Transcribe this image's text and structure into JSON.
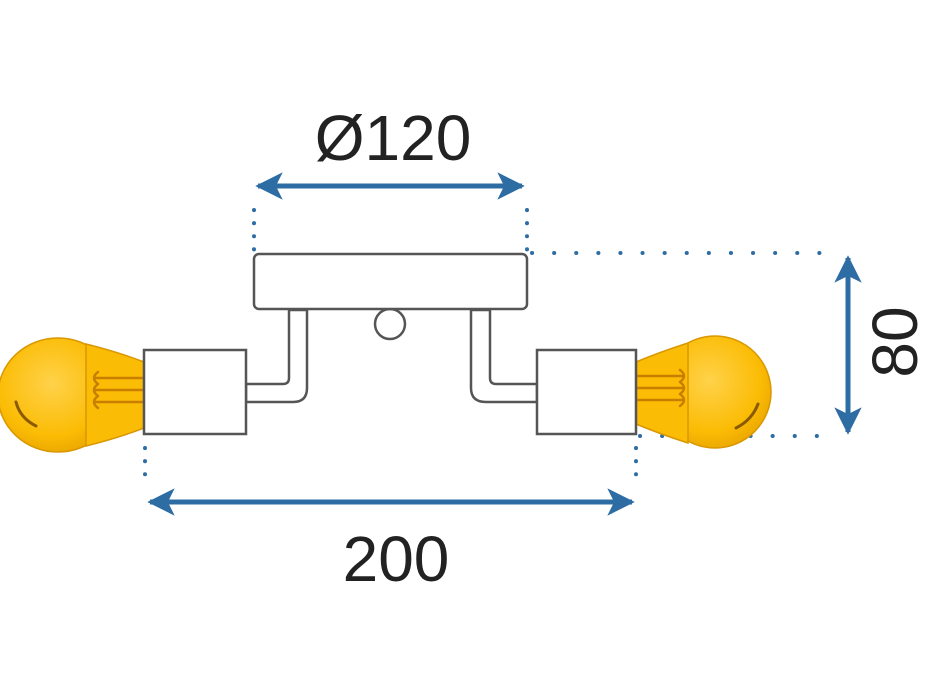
{
  "dimensions": {
    "diameter_label": "Ø120",
    "width_label": "200",
    "height_label": "80"
  },
  "colors": {
    "arrow": "#2e6da4",
    "outline": "#555555",
    "fixture_fill": "#ffffff",
    "bulb_fill": "#fbbc05",
    "bulb_edge": "#d99700",
    "text": "#222222"
  },
  "icons": {
    "bulb": "edison-bulb-icon",
    "arrow": "double-arrow-icon"
  }
}
